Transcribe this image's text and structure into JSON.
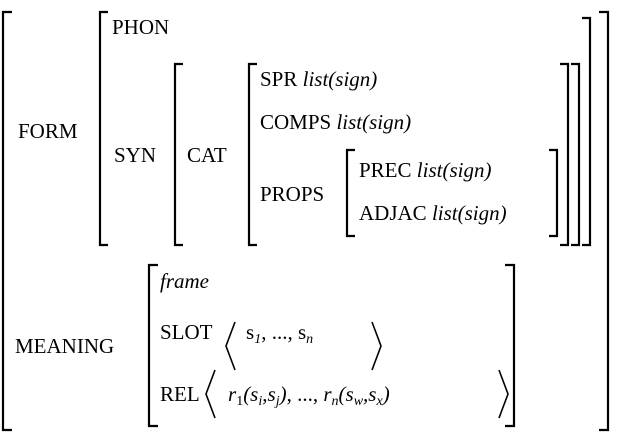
{
  "form": {
    "label": "FORM",
    "phon": "PHON",
    "syn": "SYN",
    "cat": "CAT",
    "spr": {
      "attr": "SPR",
      "value": "list(sign)"
    },
    "comps": {
      "attr": "COMPS",
      "value": "list(sign)"
    },
    "props": "PROPS",
    "prec": {
      "attr": "PREC",
      "value": "list(sign)"
    },
    "adjac": {
      "attr": "ADJAC",
      "value": "list(sign)"
    }
  },
  "meaning": {
    "label": "MEANING",
    "type": "frame",
    "slot": {
      "attr": "SLOT",
      "first": "s",
      "first_sub": "1",
      "sep": ", ..., ",
      "last": "s",
      "last_sub": "n"
    },
    "rel": {
      "attr": "REL",
      "r1": "r",
      "r1_sub": "1",
      "r1_args": "(s",
      "r1_a": "i",
      "r1_mid": ",s",
      "r1_b": "j",
      "r1_close": ")",
      "sep": ", ..., ",
      "rn": "r",
      "rn_sub": "n",
      "rn_args": "(s",
      "rn_a": "w",
      "rn_mid": ",s",
      "rn_b": "x",
      "rn_close": ")"
    }
  }
}
